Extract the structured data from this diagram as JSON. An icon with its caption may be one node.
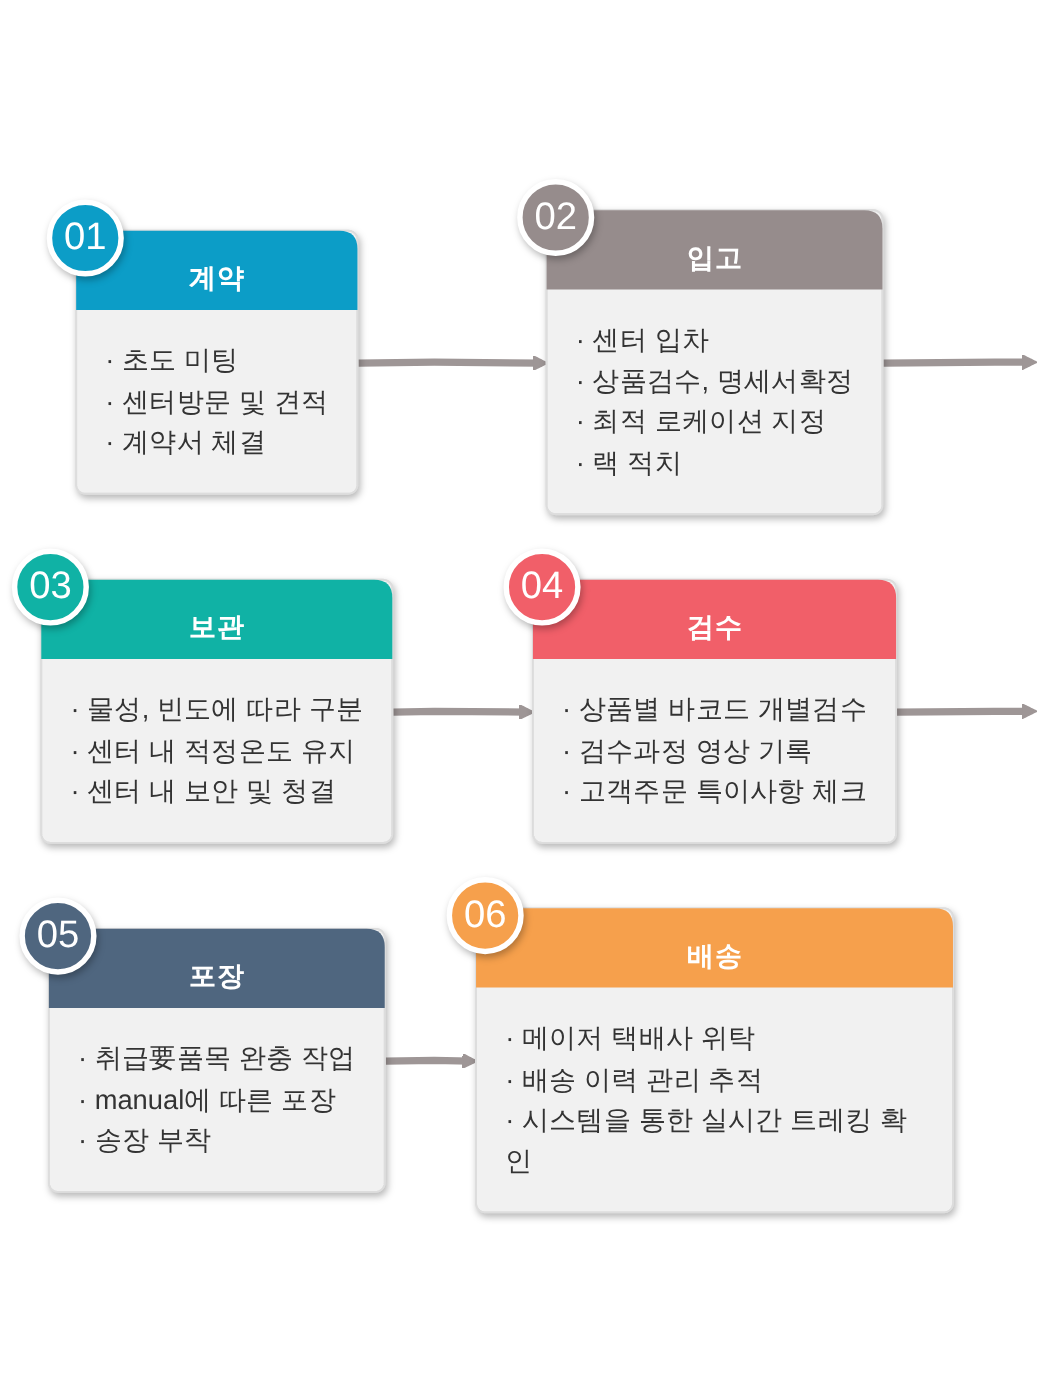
{
  "diagram": {
    "nodes": [
      {
        "text": [
          "01"
        ]
      },
      {
        "text": [
          "계약",
          "· 초도 미팅",
          "· 센터방문 및 견적",
          "· 계약서 체결"
        ]
      },
      {
        "text": [
          "02"
        ]
      },
      {
        "text": [
          "입고",
          "· 센터 입차",
          "· 상품검수, 명세서확정",
          "· 최적 로케이션 지정",
          "· 랙 적치"
        ]
      },
      {
        "text": [
          "03"
        ]
      },
      {
        "text": [
          "보관",
          "· 물성, 빈도에 따라 구분",
          "· 센터 내 적정온도 유지",
          "· 센터 내 보안 및 청결"
        ]
      },
      {
        "text": [
          "04"
        ]
      },
      {
        "text": [
          "검수",
          "· 상품별 바코드 개별검수",
          "· 검수과정 영상 기록",
          "· 고객주문 특이사항 체크"
        ]
      },
      {
        "text": [
          "05"
        ]
      },
      {
        "text": [
          "포장",
          "· 취급要품목 완충 작업",
          "· manual에 따른 포장",
          "· 송장 부착"
        ]
      },
      {
        "text": [
          "06"
        ]
      },
      {
        "text": [
          "배송",
          "· 메이저 택배사 위탁",
          "· 배송 이력 관리 추적",
          "· 시스템을 통한 실시간 트레킹 확인"
        ]
      }
    ],
    "edges": [
      {
        "from": 1,
        "to": 3,
        "arrow": "to"
      },
      {
        "from": 3,
        "to": null,
        "arrow": "to"
      },
      {
        "from": 5,
        "to": 7,
        "arrow": "to"
      },
      {
        "from": 7,
        "to": null,
        "arrow": "to"
      },
      {
        "from": 9,
        "to": 11,
        "arrow": "to"
      }
    ]
  }
}
